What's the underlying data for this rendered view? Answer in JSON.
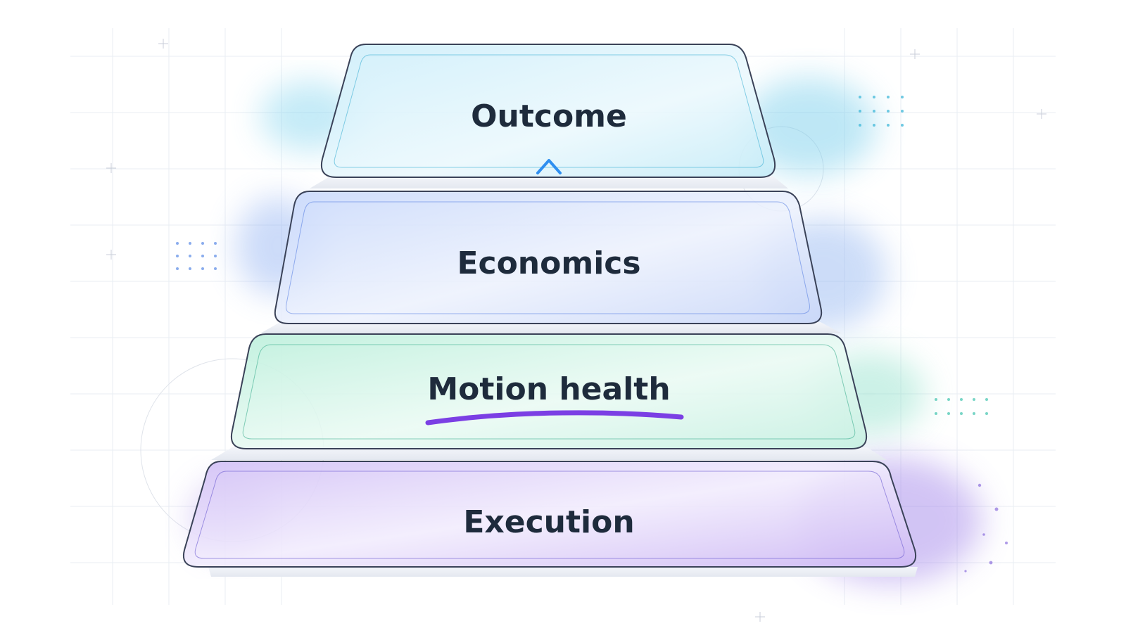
{
  "diagram": {
    "type": "layered-stack",
    "layers": [
      {
        "label": "Outcome",
        "accent": "#2fa9cf",
        "fill": "#d8f1fa"
      },
      {
        "label": "Economics",
        "accent": "#4f78e0",
        "fill": "#dde7fb"
      },
      {
        "label": "Motion health",
        "accent": "#2fbf9a",
        "fill": "#d7f5ea",
        "emphasized": true,
        "underline_color": "#7b3fe4"
      },
      {
        "label": "Execution",
        "accent": "#6f52d9",
        "fill": "#e6dcfa"
      }
    ],
    "arrow": {
      "from": "Economics",
      "to": "Outcome",
      "color": "#3b82f6"
    },
    "colors": {
      "outline": "#3a4258",
      "text": "#1e2b3c",
      "grid": "#e7ebf2"
    }
  }
}
